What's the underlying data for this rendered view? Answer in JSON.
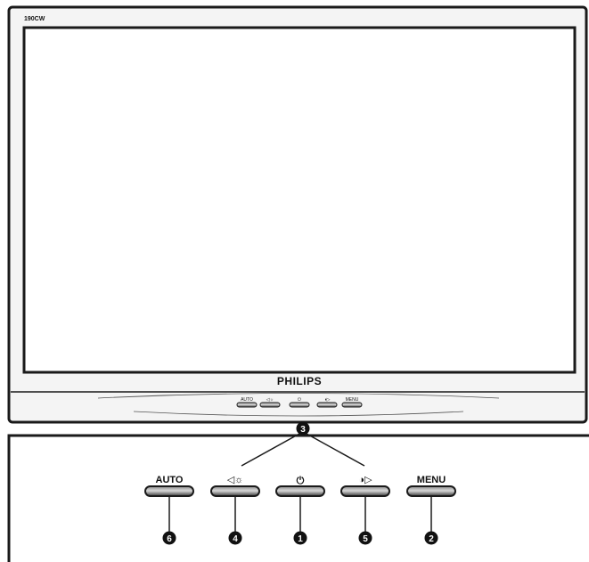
{
  "monitor": {
    "model_label": "190CW",
    "brand": "PHILIPS",
    "small_button_labels": [
      "AUTO",
      "◁☼",
      "⏻",
      "◑▷",
      "MENU"
    ]
  },
  "panel": {
    "buttons": [
      {
        "label": "AUTO",
        "callout": "6"
      },
      {
        "label": "◁☼",
        "callout": "4"
      },
      {
        "label": "⏻",
        "callout": "1"
      },
      {
        "label": "◑▷",
        "callout": "5"
      },
      {
        "label": "MENU",
        "callout": "2"
      }
    ],
    "top_callout": "3"
  },
  "colors": {
    "outline": "#1a1a1a",
    "screen": "#ffffff",
    "bezel": "#f4f4f4"
  }
}
